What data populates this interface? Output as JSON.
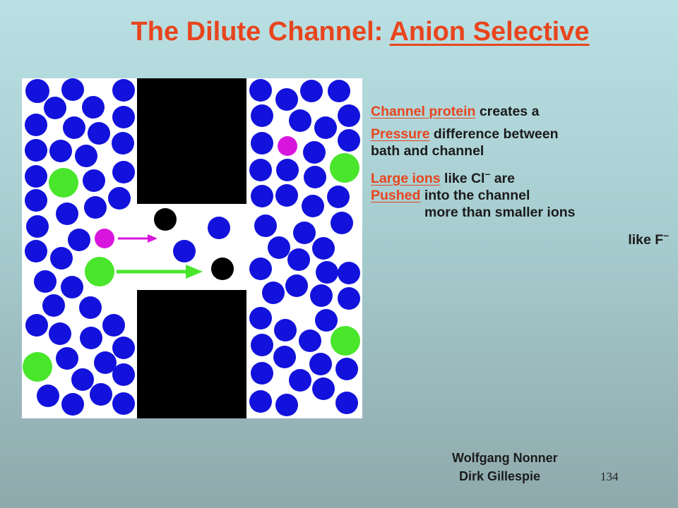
{
  "title": {
    "prefix": "The Dilute Channel: ",
    "highlight": "Anion Selective"
  },
  "text": {
    "line1_kw": "Channel protein",
    "line1_rest": " creates a",
    "line2_kw": "Pressure",
    "line2_rest": " difference between",
    "line3": "bath and channel",
    "line4_kw": "Large ions",
    "line4_rest": " like Cl",
    "line4_sup": "–",
    "line4_end": " are",
    "line5_kw": "Pushed",
    "line5_rest": " into the channel",
    "line6": "more than smaller ions",
    "line7": "like F",
    "line7_sup": "–"
  },
  "credits": {
    "author1": "Wolfgang Nonner",
    "author2": "Dirk Gillespie"
  },
  "page_number": "134",
  "colors": {
    "title": "#e8451e",
    "keyword": "#e8451e",
    "blue_ion": "#1212dc",
    "green_ion": "#49e62c",
    "magenta_ion": "#d815dc",
    "black_ion": "#000000",
    "wall": "#000000"
  }
}
